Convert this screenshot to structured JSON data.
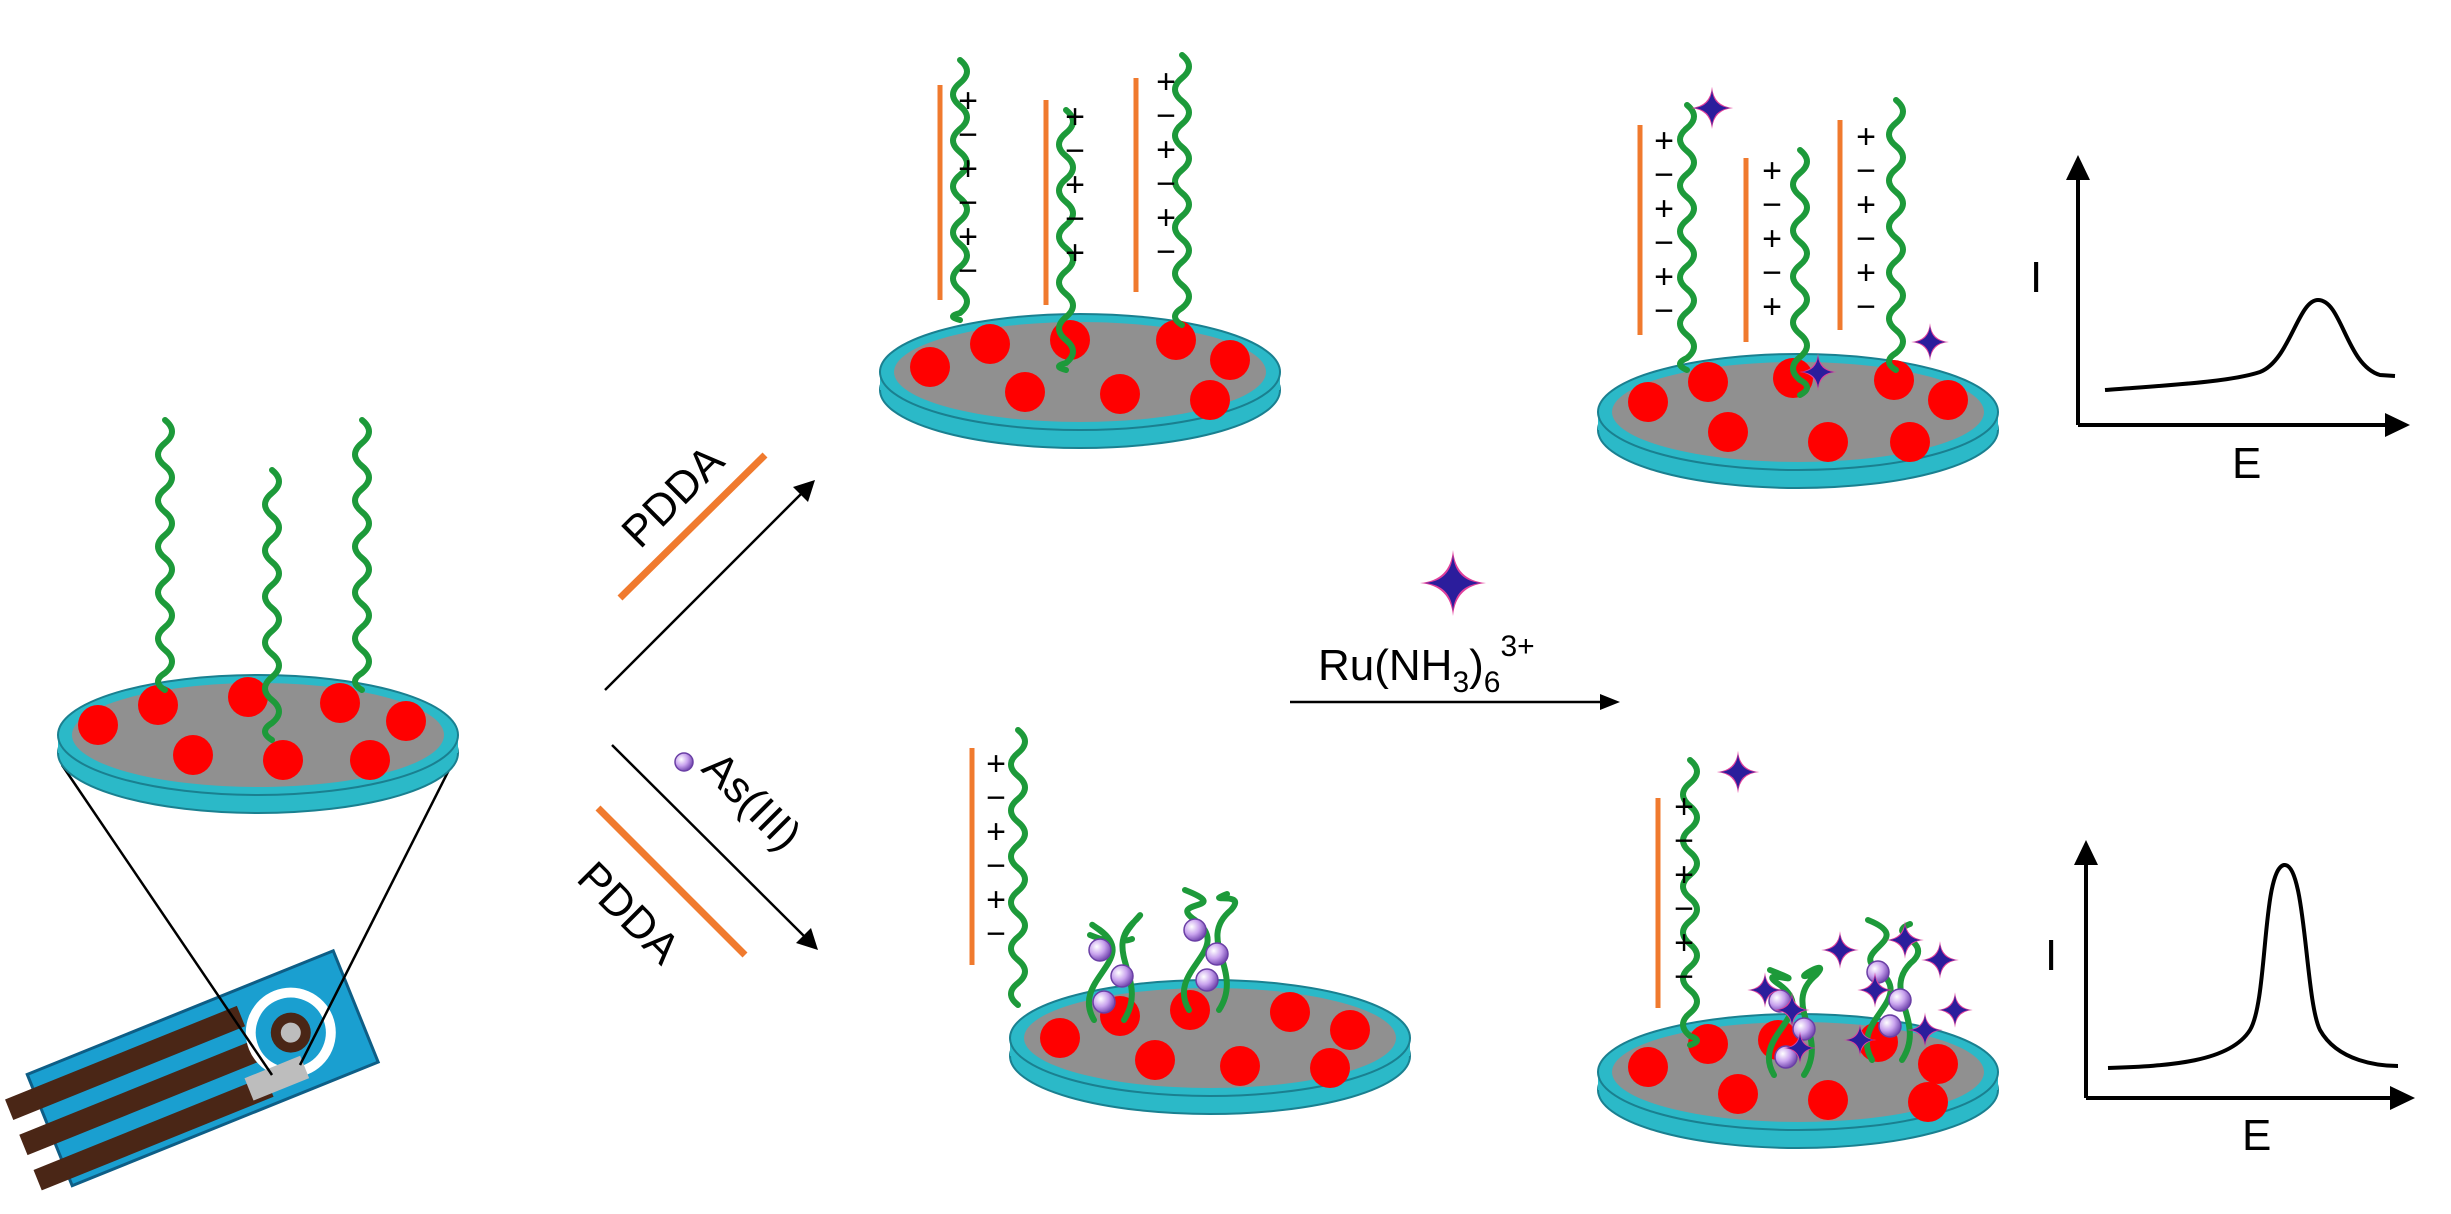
{
  "labels": {
    "pdda_top": "PDDA",
    "pdda_bottom": "PDDA",
    "arsenic": "As(III)",
    "ru_main": "Ru(NH",
    "ru_sub3": "3",
    "ru_paren": ")",
    "ru_sub6": "6",
    "ru_sup": "3+",
    "plot_top_y": "I",
    "plot_top_x": "E",
    "plot_bottom_y": "I",
    "plot_bottom_x": "E",
    "plus": "+",
    "minus": "−"
  },
  "colors": {
    "disc_rim": "#2bb9c8",
    "disc_top": "#909090",
    "dot": "#ff0000",
    "dna": "#1d9a3a",
    "pdda": "#f07a2e",
    "probe_blue": "#2b1d9c",
    "probe_pink": "#e0409c",
    "bead": "#b58be0",
    "electrode_body": "#1a9fd0",
    "electrode_dark": "#4a2616"
  }
}
